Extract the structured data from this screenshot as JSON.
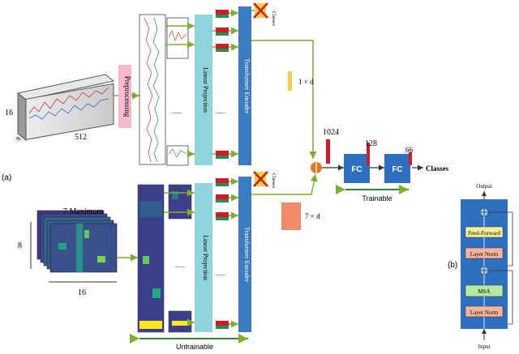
{
  "labels": {
    "preprocessing": "Preprocessing",
    "linear_projection": "Linear Projection",
    "transformer_encoder": "Transformer Encoder",
    "classes_small_top": "Classes",
    "classes_small_bottom": "Classes",
    "dim_16": "16",
    "dim_8_top": "8",
    "dim_512": "512",
    "one_by_d": "1 × d",
    "seven_by_d": "7 × d",
    "n1024": "1024",
    "n128": "128",
    "n66": "66",
    "fc1": "FC",
    "fc2": "FC",
    "classes_out": "Classes",
    "trainable": "Trainable",
    "untrainable": "Untrainable",
    "panel_a": "(a)",
    "panel_b": "(b)",
    "seven_maximum": "7 Maximum",
    "dim_8_bottom": "8",
    "dim_16_bottom": "16",
    "dots": "......",
    "op_cat": "+"
  },
  "encoder_block": {
    "output": "Output",
    "input": "Input",
    "feed_forward": "Feed-Forward",
    "layer_norm_top": "Layer Norm",
    "msa": "MSA",
    "layer_norm_bottom": "Layer Norm"
  },
  "colors": {
    "preprocessing_fill": "#f7b8d0",
    "linear_projection": "#8fd4dc",
    "transformer_encoder": "#3b7bbf",
    "fc_box": "#2f6fc0",
    "arrow_green": "#7fae2e",
    "orange_op": "#e07a2a",
    "red_bar": "#cc1e2a",
    "yellow_bar": "#f0d040",
    "salmon_box": "#f08a6a",
    "block_bg": "#2f6fc0",
    "ff_fill": "#f4ef9a",
    "ln_fill": "#f6b59a",
    "msa_fill": "#b5e8a0"
  }
}
